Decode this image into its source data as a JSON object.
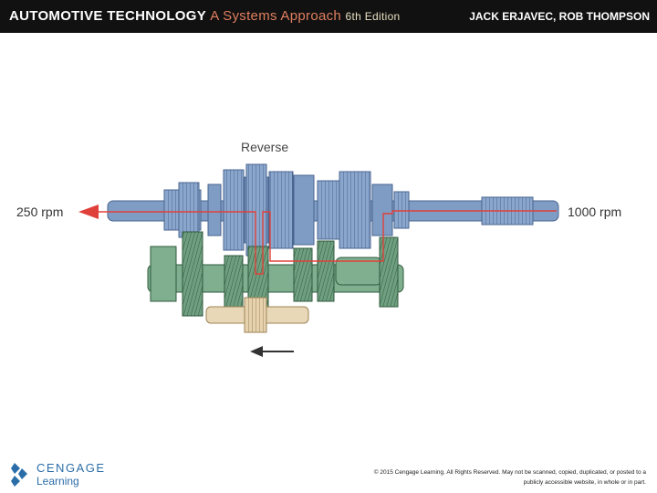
{
  "header": {
    "book_title": "AUTOMOTIVE TECHNOLOGY",
    "subtitle": "A Systems Approach",
    "edition": "6th Edition",
    "authors": "JACK ERJAVEC, ROB THOMPSON"
  },
  "diagram": {
    "title": "Reverse",
    "output_rpm": "250 rpm",
    "input_rpm": "1000 rpm",
    "colors": {
      "main_shaft": "#7f9cc4",
      "counter_shaft": "#7faf8f",
      "reverse_idler": "#e8d8b8",
      "power_flow": "#e0403a",
      "direction_arrow": "#333333"
    }
  },
  "footer": {
    "logo_line1": "CENGAGE",
    "logo_line2": "Learning",
    "copyright": "© 2015 Cengage Learning. All Rights Reserved. May not be scanned, copied, duplicated, or posted to a publicly accessible website, in whole or in part."
  }
}
